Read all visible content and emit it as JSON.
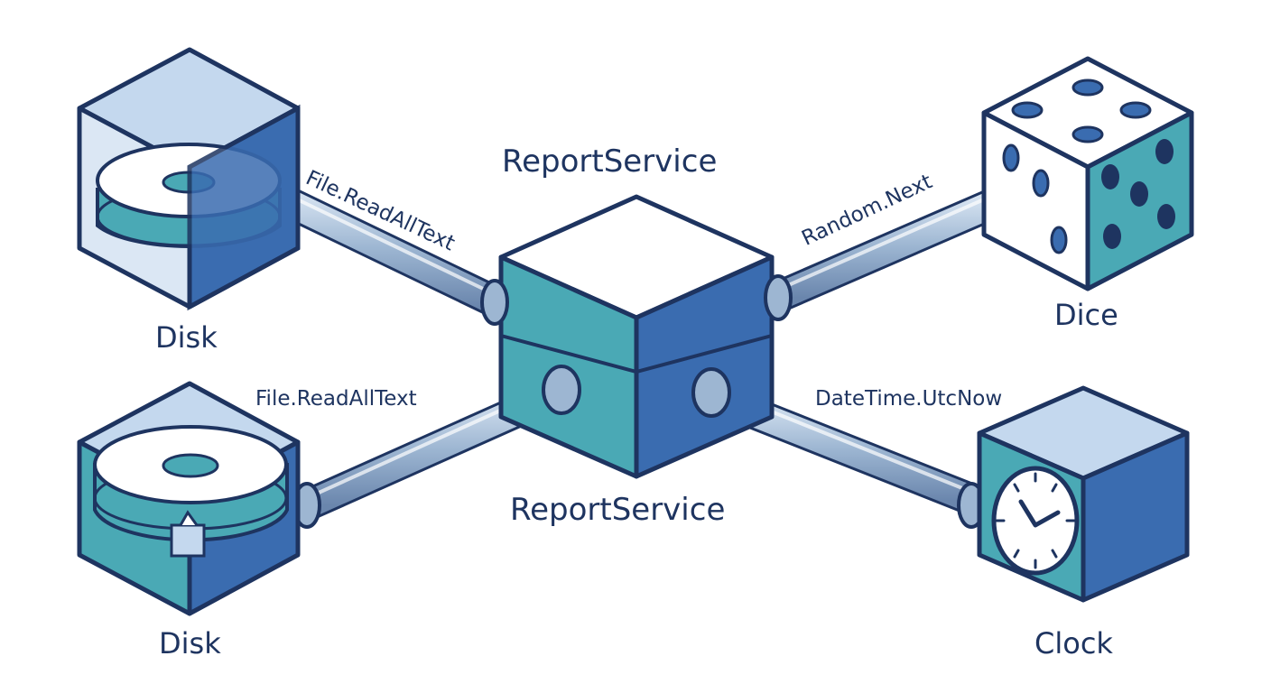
{
  "diagram": {
    "center": {
      "title_top": "ReportService",
      "title_bottom": "ReportService"
    },
    "nodes": [
      {
        "id": "disk-top",
        "label": "Disk",
        "icon": "disk-icon"
      },
      {
        "id": "disk-bottom",
        "label": "Disk",
        "icon": "disk-icon"
      },
      {
        "id": "dice",
        "label": "Dice",
        "icon": "dice-icon"
      },
      {
        "id": "clock",
        "label": "Clock",
        "icon": "clock-icon"
      }
    ],
    "connections": [
      {
        "from": "ReportService",
        "to": "disk-top",
        "label": "File.ReadAllText"
      },
      {
        "from": "ReportService",
        "to": "disk-bottom",
        "label": "File.ReadAllText"
      },
      {
        "from": "ReportService",
        "to": "dice",
        "label": "Random.Next"
      },
      {
        "from": "ReportService",
        "to": "clock",
        "label": "DateTime.UtcNow"
      }
    ],
    "colors": {
      "outline": "#1e3460",
      "teal": "#4aa9b5",
      "blue": "#3a6cb0",
      "light": "#c4d8ee",
      "white": "#ffffff"
    }
  }
}
